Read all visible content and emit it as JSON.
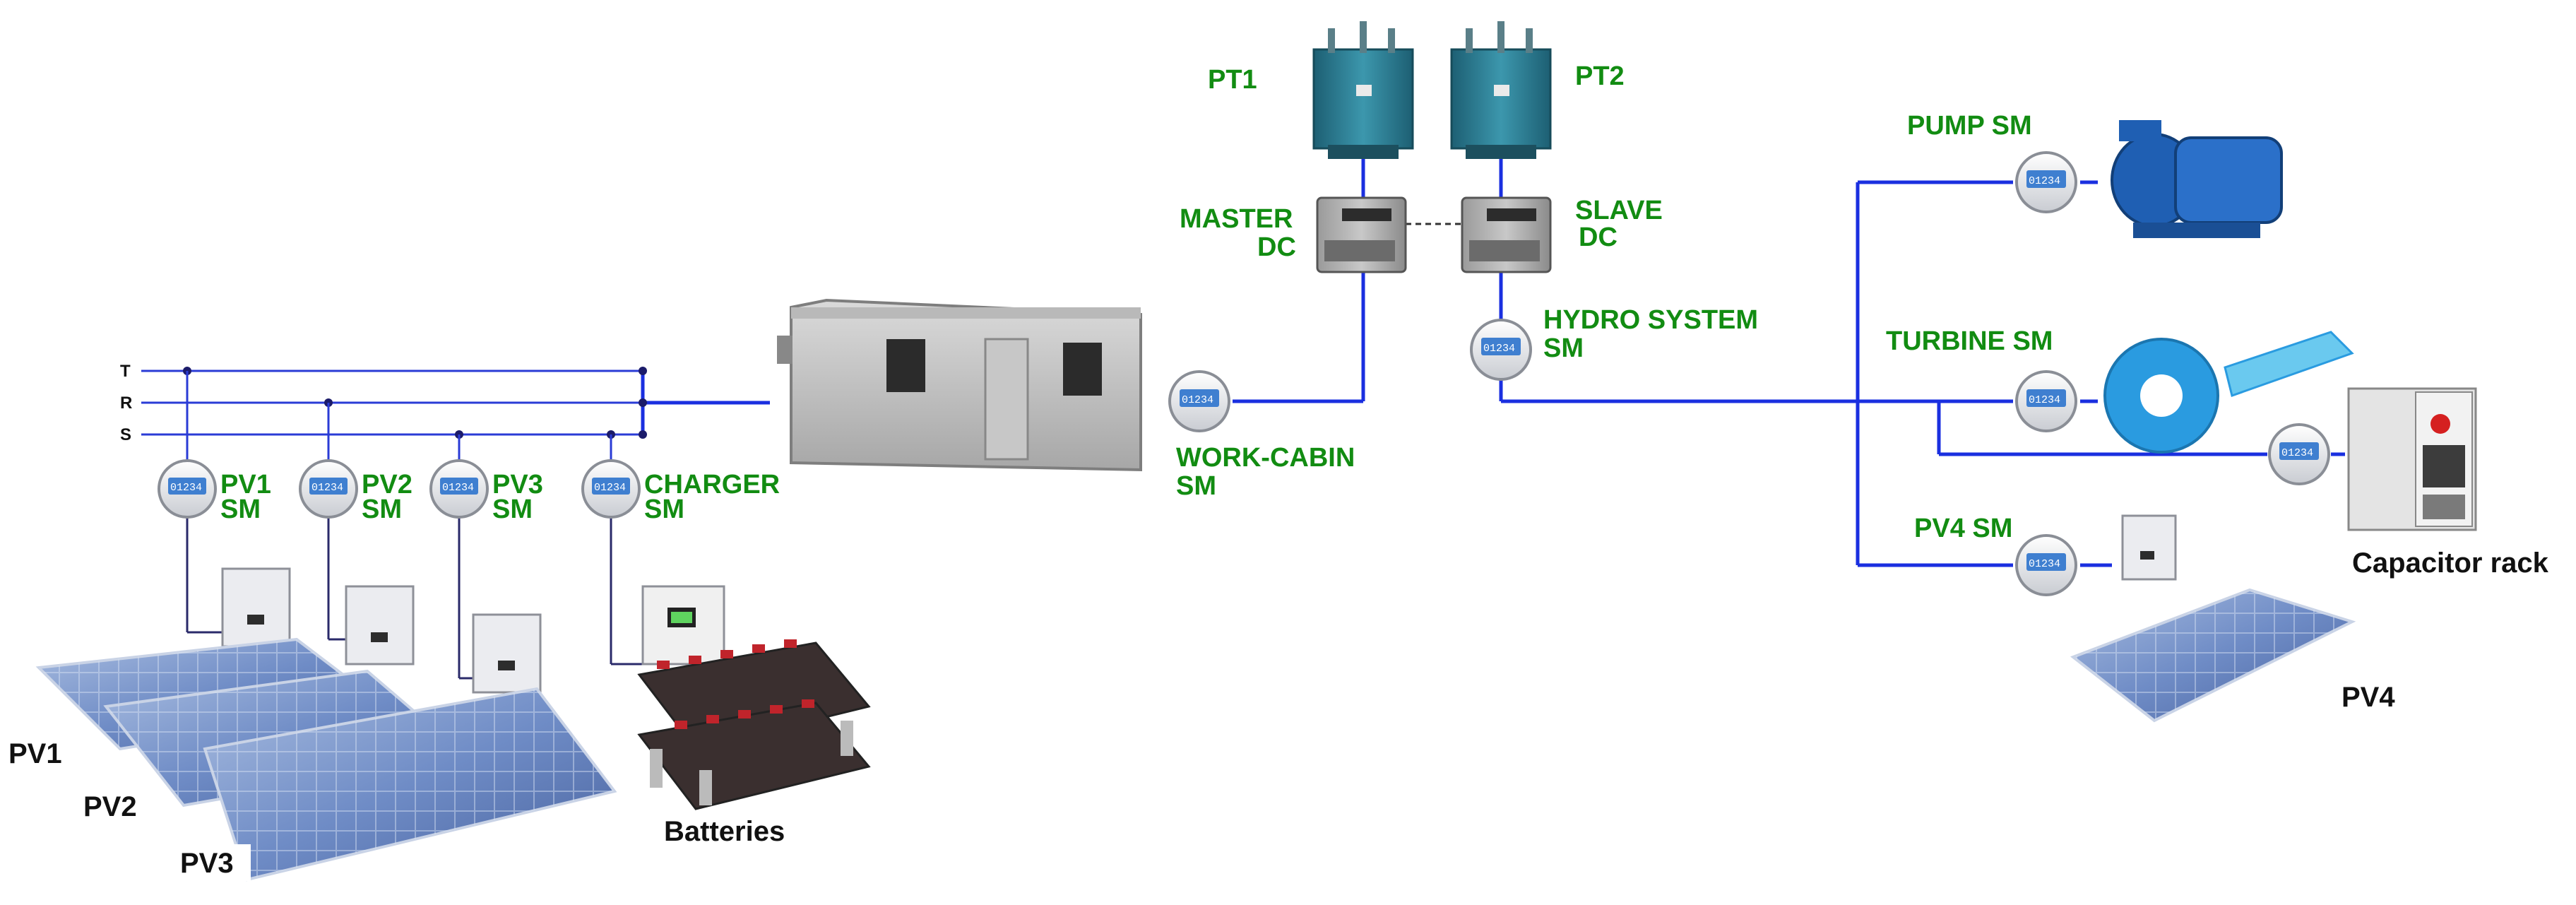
{
  "bus": {
    "phase_t": "T",
    "phase_r": "R",
    "phase_s": "S"
  },
  "meter_display": "01234",
  "labels": {
    "pt1": "PT1",
    "pt2": "PT2",
    "master_dc_line1": "MASTER",
    "master_dc_line2": "DC",
    "slave_dc_line1": "SLAVE",
    "slave_dc_line2": "DC",
    "hydro_sm_line1": "HYDRO SYSTEM",
    "hydro_sm_line2": "SM",
    "work_cabin_line1": "WORK-CABIN",
    "work_cabin_line2": "SM",
    "pv1_sm_line1": "PV1",
    "pv1_sm_line2": "SM",
    "pv2_sm_line1": "PV2",
    "pv2_sm_line2": "SM",
    "pv3_sm_line1": "PV3",
    "pv3_sm_line2": "SM",
    "charger_sm_line1": "CHARGER",
    "charger_sm_line2": "SM",
    "pump_sm": "PUMP SM",
    "turbine_sm": "TURBINE SM",
    "pv4_sm": "PV4 SM",
    "capacitor_rack": "Capacitor rack",
    "pv4": "PV4",
    "batteries": "Batteries",
    "pv1": "PV1",
    "pv2": "PV2",
    "pv3": "PV3"
  },
  "colors": {
    "wire": "#1a2fe0",
    "label_green": "#128c12",
    "panel_blue": "#5b79b5",
    "transformer_teal": "#2c7f95",
    "pump_blue": "#1f5fb3",
    "turbine_blue": "#2a9be0"
  }
}
